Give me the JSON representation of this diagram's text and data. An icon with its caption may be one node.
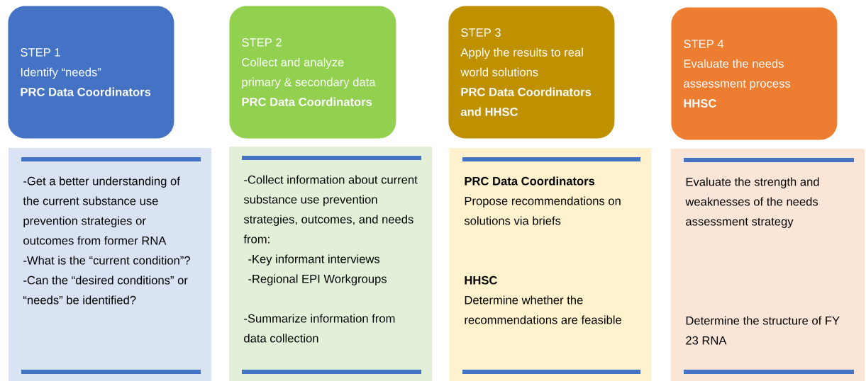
{
  "diagram": {
    "nodes": [
      {
        "text": [
          "STEP 1",
          "Identify “needs”",
          "PRC Data Coordinators"
        ]
      },
      {
        "text": [
          "STEP 2",
          "Collect and analyze primary & secondary data",
          "PRC Data Coordinators"
        ]
      },
      {
        "text": [
          "STEP 3",
          "Apply the results to real world solutions",
          "PRC Data Coordinators and HHSC"
        ]
      },
      {
        "text": [
          "STEP 4",
          "Evaluate the needs assessment process",
          "HHSC"
        ]
      },
      {
        "text": [
          "-Get a better understanding of the current substance use prevention strategies or outcomes from former RNA",
          "-What is the “current condition”?",
          "-Can the “desired conditions” or “needs” be identified?"
        ]
      },
      {
        "text": [
          "-Collect information about current substance use prevention strategies, outcomes, and needs from:",
          "-Key informant interviews",
          "-Regional EPI Workgroups",
          "-Summarize information from data collection"
        ]
      },
      {
        "text": [
          "PRC Data Coordinators",
          "Propose recommendations on solutions via briefs",
          "HHSC",
          "Determine whether the recommendations are feasible"
        ]
      },
      {
        "text": [
          "Evaluate the strength and weaknesses of the needs assessment strategy",
          "Determine the structure of FY 23 RNA"
        ]
      }
    ]
  }
}
